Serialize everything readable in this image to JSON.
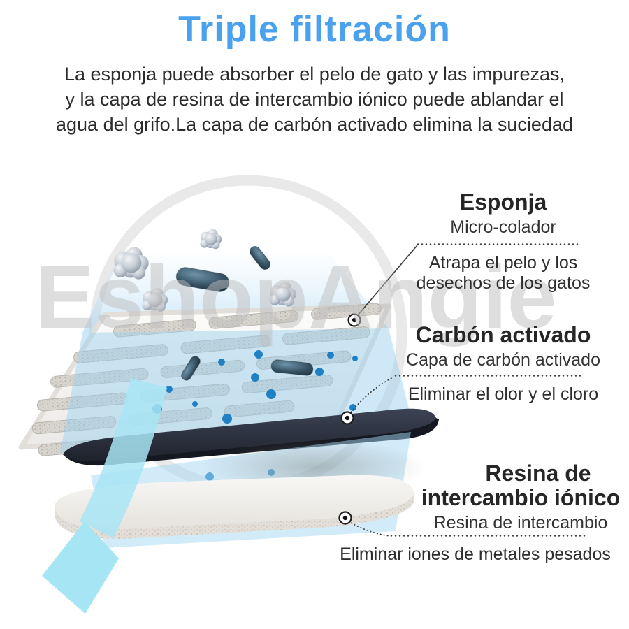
{
  "title": "Triple filtración",
  "intro": {
    "line1": "La esponja puede absorber el pelo de gato y las impurezas,",
    "line2": "y la capa de resina de intercambio iónico puede ablandar el",
    "line3": "agua del grifo.La capa de carbón activado elimina la suciedad"
  },
  "watermark": "EshopAngie",
  "callouts": {
    "sponge": {
      "heading": "Esponja",
      "subheading": "Micro-colador",
      "description_line1": "Atrapa el pelo y los",
      "description_line2": "desechos de los gatos"
    },
    "carbon": {
      "heading": "Carbón activado",
      "subheading": "Capa de carbón activado",
      "description": "Eliminar el olor y el cloro"
    },
    "resin": {
      "heading_line1": "Resina de",
      "heading_line2": "intercambio iónico",
      "subheading": "Resina de intercambio",
      "description": "Eliminar iones de metales pesados"
    }
  },
  "colors": {
    "title_blue": "#4aa1ee",
    "text_dark": "#2c2c2c",
    "watermark_gray": "#bfbfbf",
    "water_blue": "#a8d9f0",
    "arrow_cyan": "#a6e5f3",
    "drop_blue": "#1f80c3",
    "carbon_dark": "#262b37",
    "sponge_white": "#f6f5f2",
    "resin_white": "#efede9"
  }
}
